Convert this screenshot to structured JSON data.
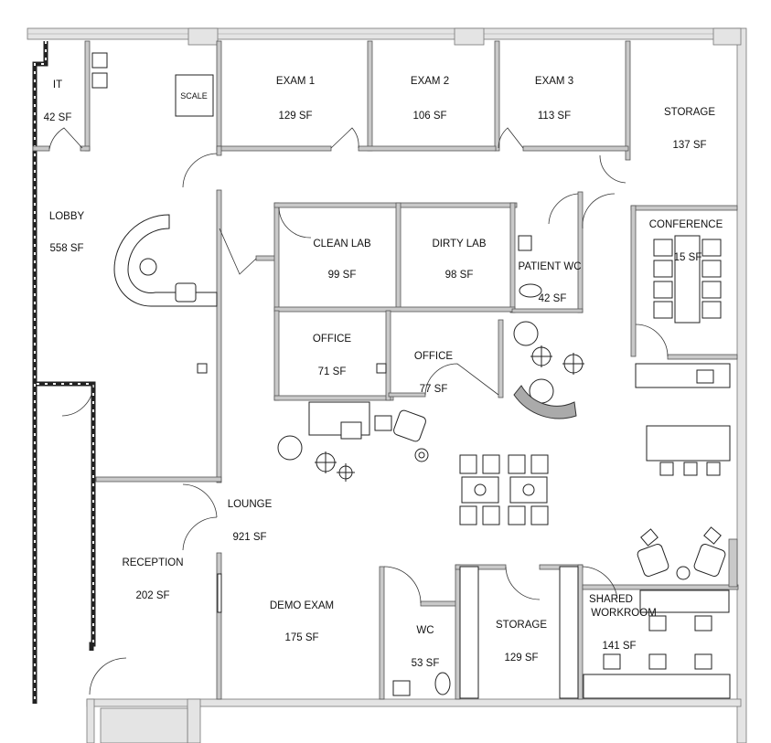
{
  "plan": {
    "rooms": {
      "it": {
        "name": "IT",
        "area": "42 SF"
      },
      "exam1": {
        "name": "EXAM 1",
        "area": "129 SF"
      },
      "exam2": {
        "name": "EXAM 2",
        "area": "106 SF"
      },
      "exam3": {
        "name": "EXAM 3",
        "area": "113 SF"
      },
      "storage_top": {
        "name": "STORAGE",
        "area": "137 SF"
      },
      "lobby": {
        "name": "LOBBY",
        "area": "558 SF"
      },
      "clean_lab": {
        "name": "CLEAN LAB",
        "area": "99 SF"
      },
      "dirty_lab": {
        "name": "DIRTY LAB",
        "area": "98 SF"
      },
      "patient_wc": {
        "name": "PATIENT WC",
        "area": "42 SF"
      },
      "conference": {
        "name": "CONFERENCE",
        "area": "15 SF"
      },
      "office1": {
        "name": "OFFICE",
        "area": "71 SF"
      },
      "office2": {
        "name": "OFFICE",
        "area": "77 SF"
      },
      "lounge": {
        "name": "LOUNGE",
        "area": "921 SF"
      },
      "reception": {
        "name": "RECEPTION",
        "area": "202 SF"
      },
      "demo_exam": {
        "name": "DEMO EXAM",
        "area": "175 SF"
      },
      "wc": {
        "name": "WC",
        "area": "53 SF"
      },
      "storage_bottom": {
        "name": "STORAGE",
        "area": "129 SF"
      },
      "shared_workroom": {
        "name_line1": "SHARED",
        "name_line2": "WORKROOM",
        "area": "141 SF"
      }
    },
    "fixtures": {
      "scale": "SCALE"
    }
  }
}
